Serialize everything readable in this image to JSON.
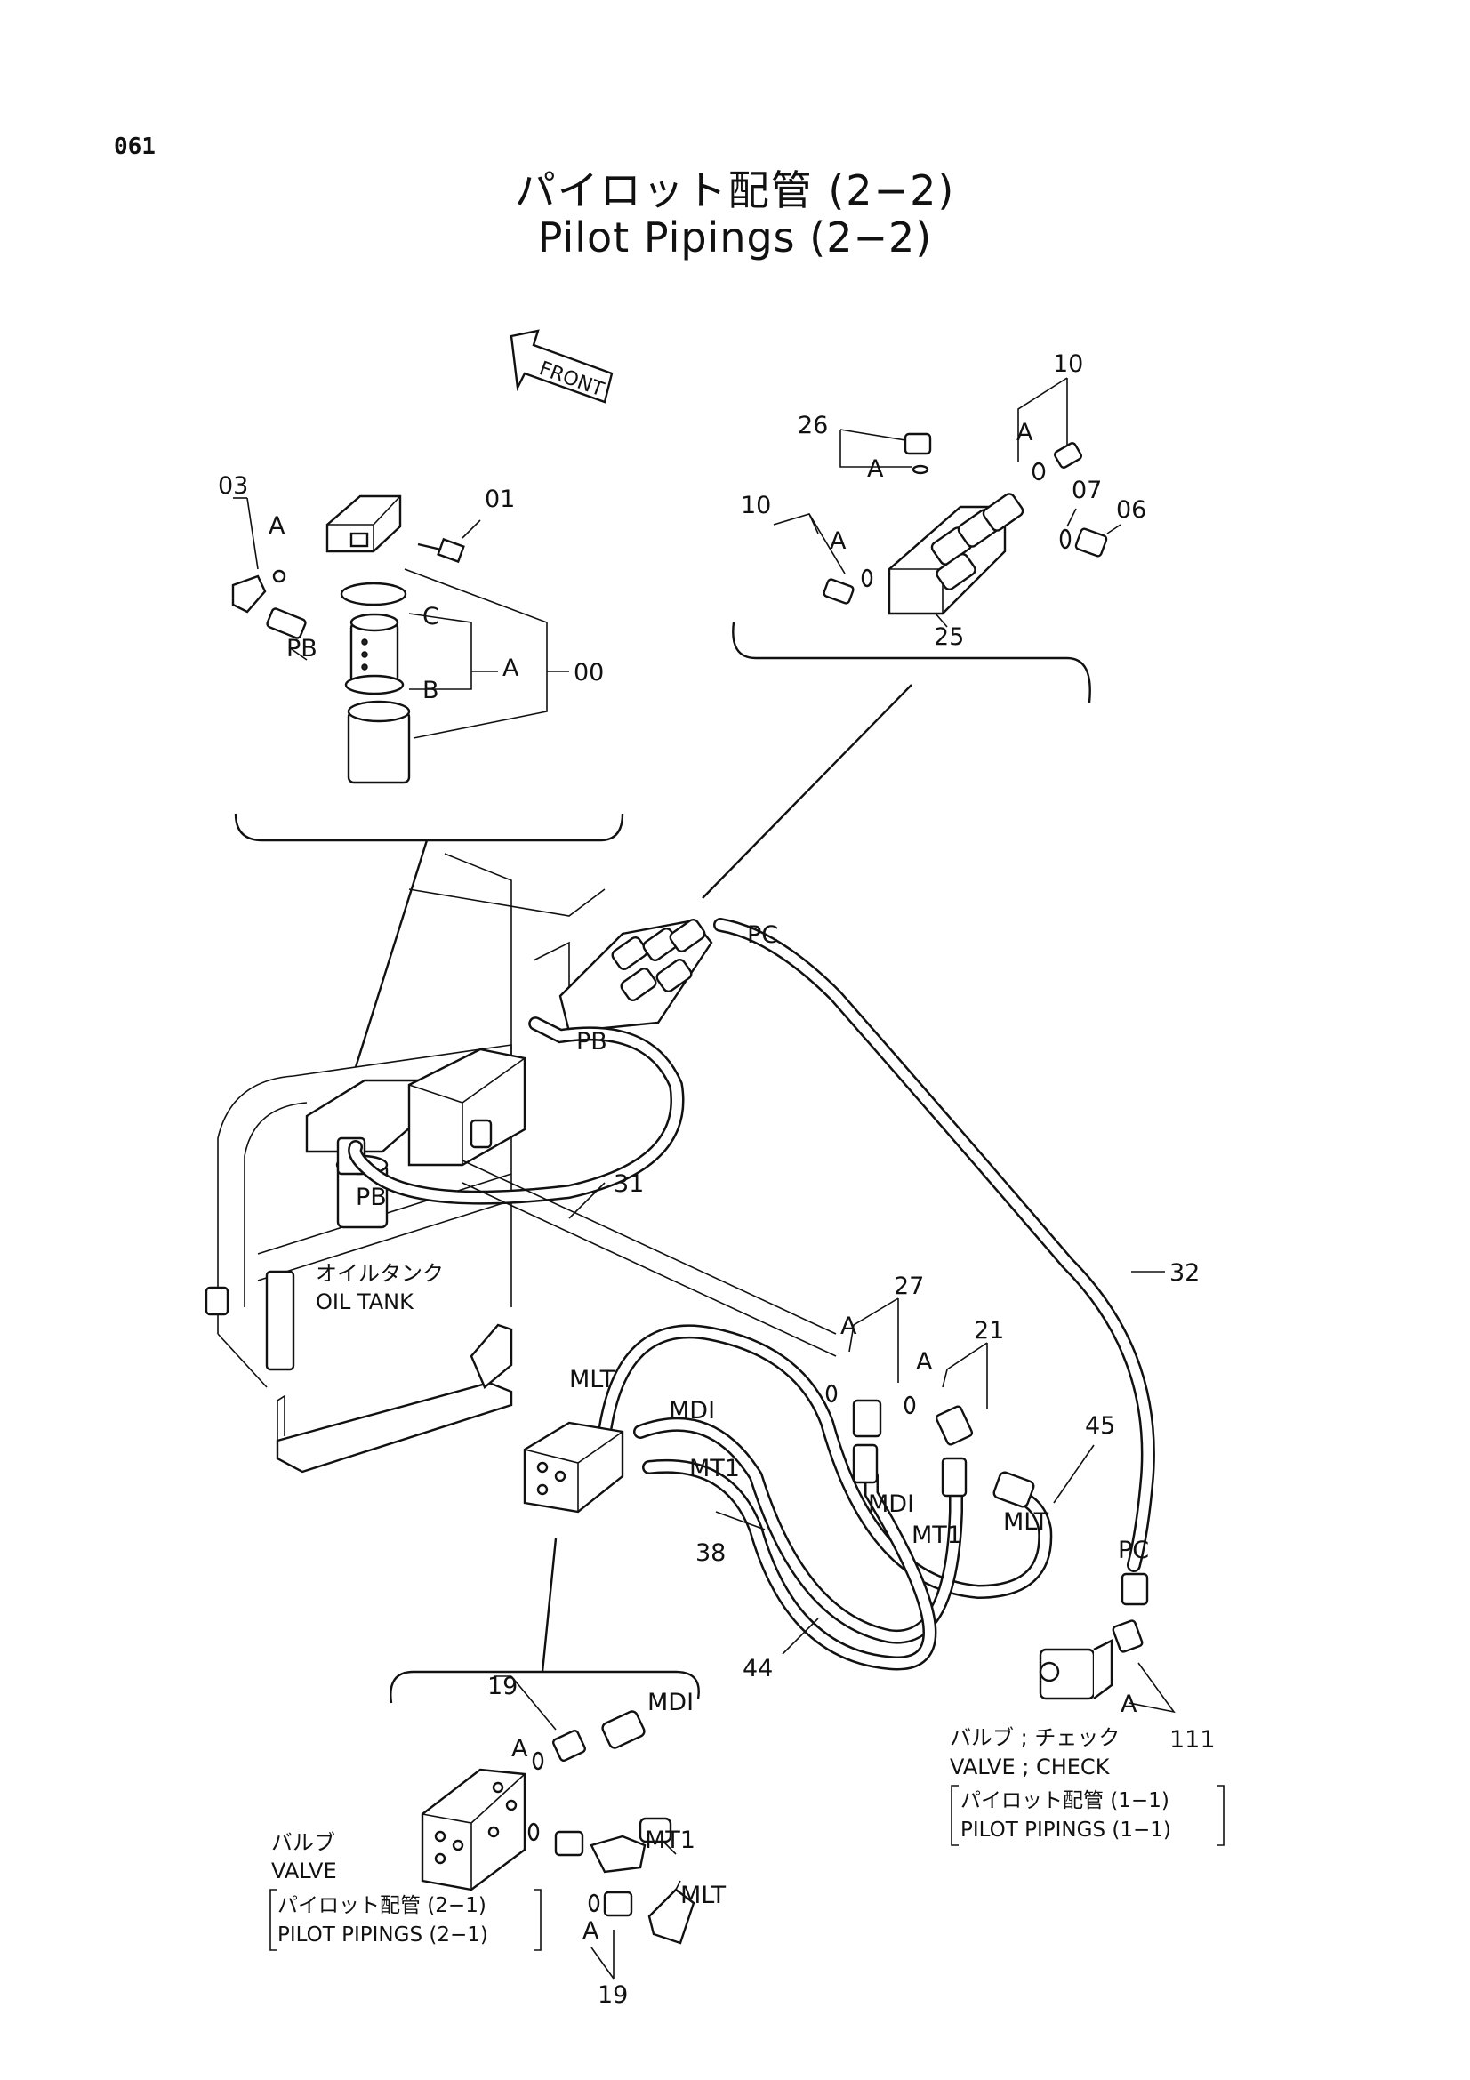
{
  "page_number": "061",
  "title_jp": "パイロット配管 (2−2)",
  "title_en": "Pilot Pipings (2−2)",
  "front_label": "FRONT",
  "part_numbers": {
    "p00": "00",
    "p01": "01",
    "p03": "03",
    "p06": "06",
    "p07": "07",
    "p10a": "10",
    "p10b": "10",
    "p19a": "19",
    "p19b": "19",
    "p21": "21",
    "p25": "25",
    "p26": "26",
    "p27": "27",
    "p31": "31",
    "p32": "32",
    "p38": "38",
    "p44": "44",
    "p45": "45",
    "p111": "111"
  },
  "letters": {
    "A": "A",
    "B": "B",
    "C": "C"
  },
  "port_labels": {
    "pb": "PB",
    "pc": "PC",
    "mlt": "MLT",
    "mdi": "MDI",
    "mt1": "MT1"
  },
  "oil_tank": {
    "jp": "オイルタンク",
    "en": "OIL TANK"
  },
  "check_valve": {
    "jp": "バルブ ; チェック",
    "en": "VALVE ; CHECK",
    "ref_jp": "パイロット配管 (1−1)",
    "ref_en": "PILOT PIPINGS (1−1)"
  },
  "valve": {
    "jp": "バルブ",
    "en": "VALVE",
    "ref_jp": "パイロット配管 (2−1)",
    "ref_en": "PILOT PIPINGS (2−1)"
  }
}
